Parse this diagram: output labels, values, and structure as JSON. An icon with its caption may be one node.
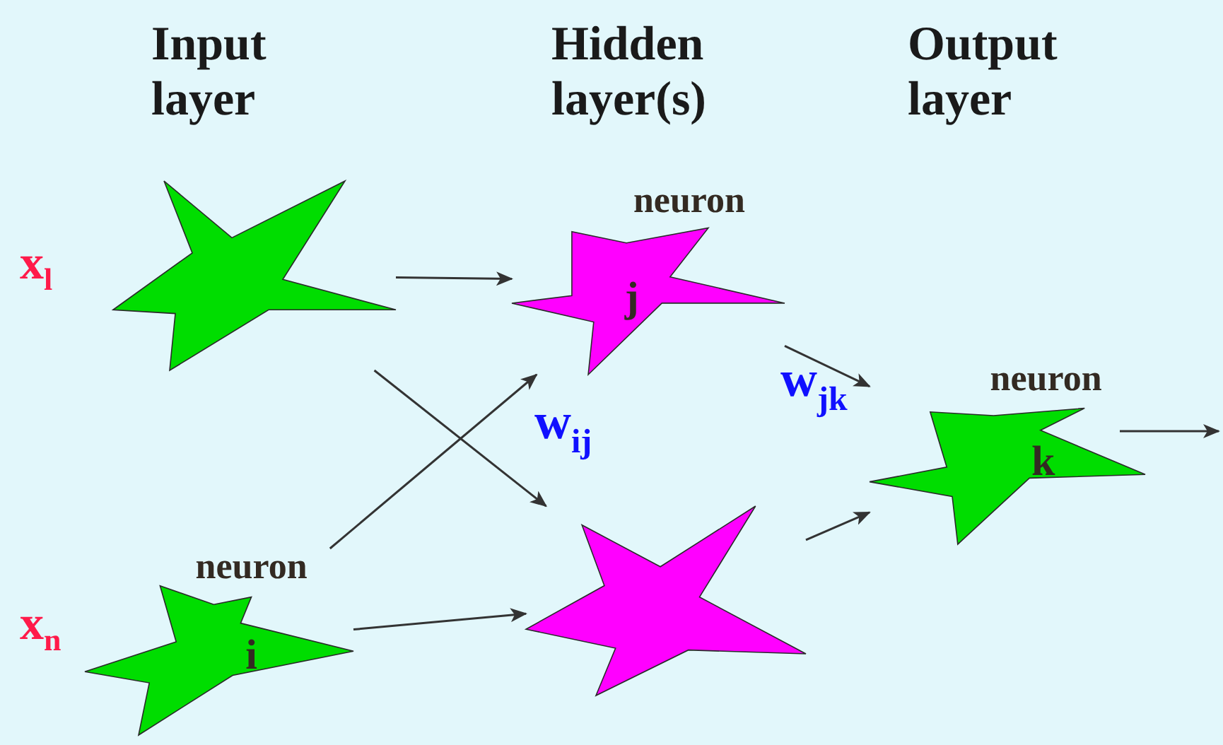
{
  "diagram": {
    "nodes": [
      {
        "text": [],
        "shape": "star",
        "beside": [
          "x$_{l}$"
        ]
      },
      {
        "text": [
          "neuron",
          "i"
        ],
        "beside": [
          "x$_{n}$"
        ]
      },
      {
        "text": [
          "neuron",
          "j"
        ]
      },
      {
        "text": [],
        "shape": "star"
      },
      {
        "text": [
          "neuron",
          "k"
        ]
      }
    ],
    "edges": [
      {
        "from": 0,
        "to": 2,
        "arrow": "to"
      },
      {
        "from": 0,
        "to": 3,
        "arrow": "to"
      },
      {
        "from": 1,
        "to": 2,
        "arrow": "to"
      },
      {
        "from": 1,
        "to": 3,
        "arrow": "to"
      },
      {
        "from": 2,
        "to": 4,
        "arrow": "to"
      },
      {
        "from": 3,
        "to": 4,
        "arrow": "to"
      },
      {
        "from": 4,
        "to": null,
        "arrow": "to"
      }
    ],
    "labels": [
      "Input layer",
      "Hidden layer(s)",
      "Output layer",
      "w$_{ij}$",
      "w$_{jk}$"
    ]
  }
}
